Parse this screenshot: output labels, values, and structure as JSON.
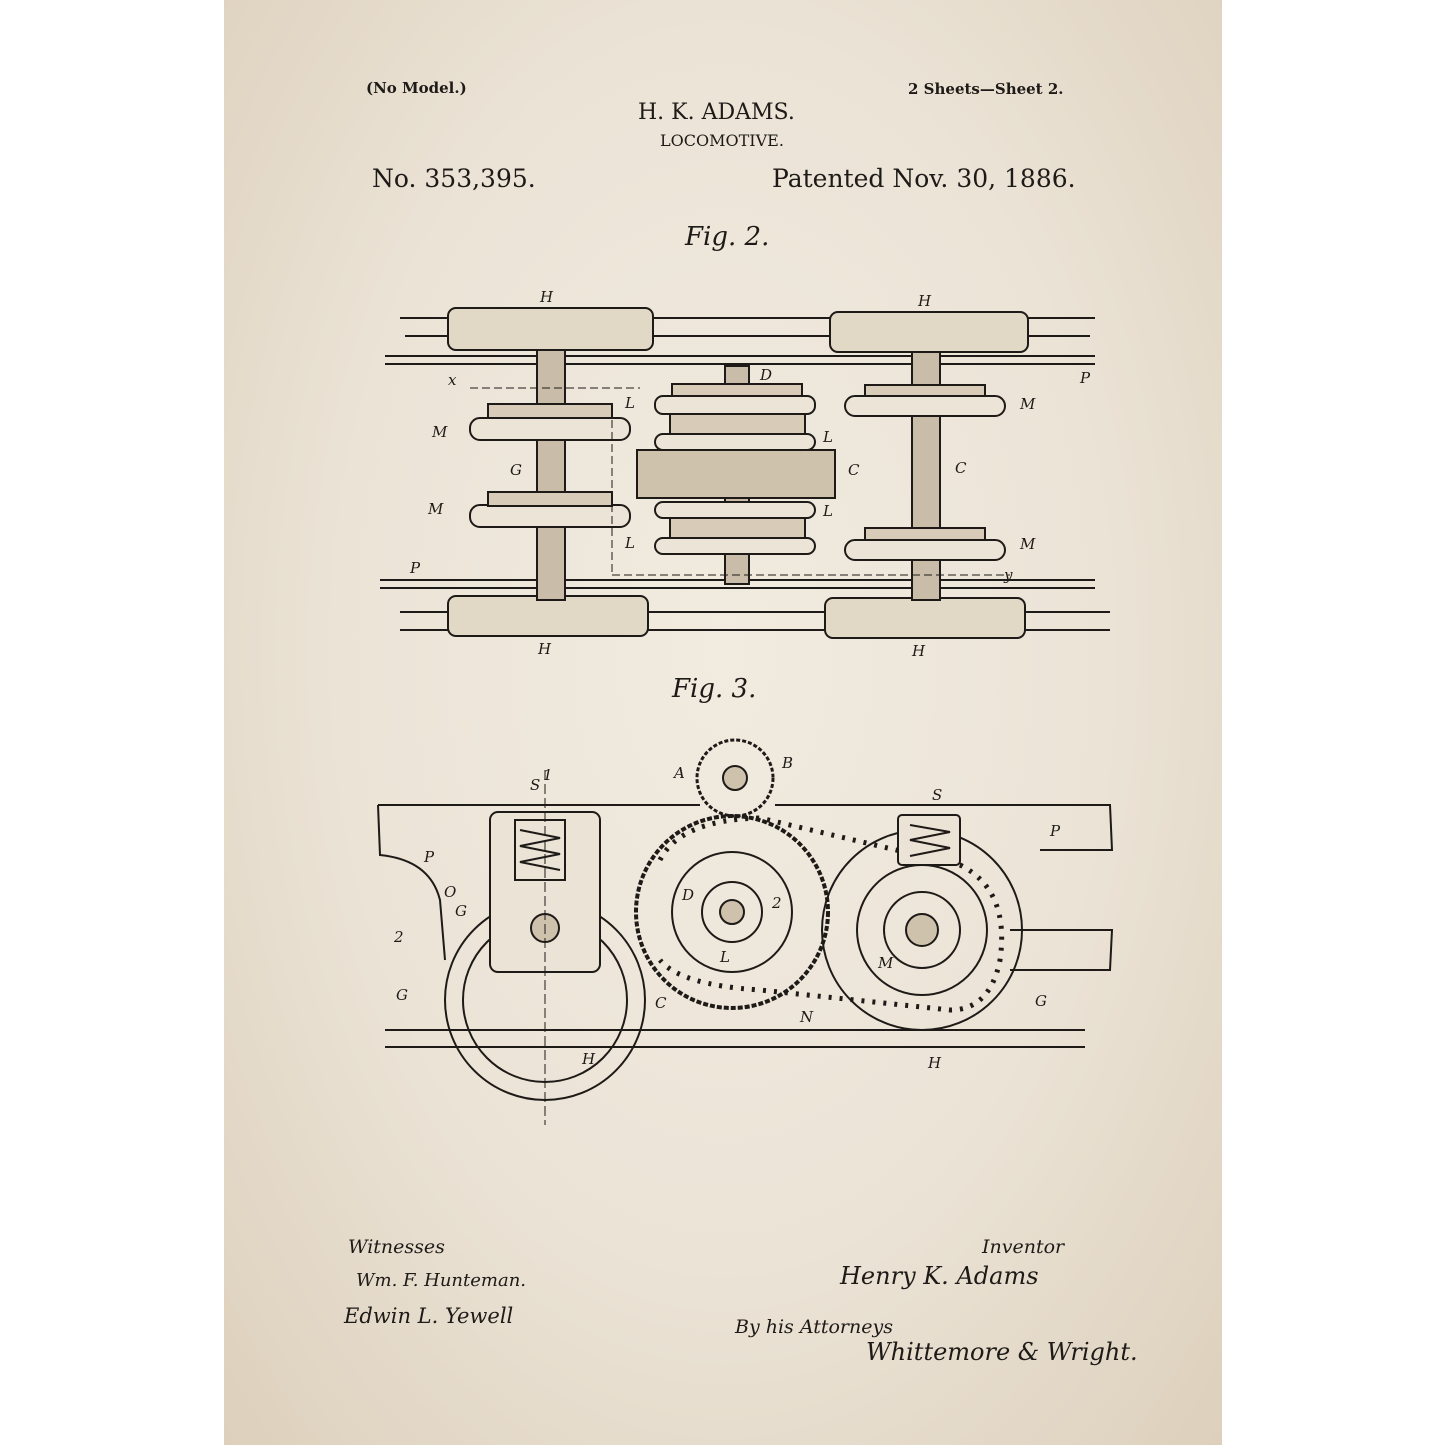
{
  "header": {
    "model_note": "(No Model.)",
    "sheets": "2 Sheets—Sheet 2.",
    "inventor_name": "H. K. ADAMS.",
    "title": "LOCOMOTIVE.",
    "patent_number": "No. 353,395.",
    "patent_date": "Patented Nov. 30, 1886."
  },
  "figures": {
    "fig2": {
      "caption": "Fig. 2.",
      "labels": {
        "h1": "H",
        "h2": "H",
        "h3": "H",
        "h4": "H",
        "d": "D",
        "x": "x",
        "p1": "P",
        "p2": "P",
        "l1": "L",
        "l2": "L",
        "l3": "L",
        "l4": "L",
        "m1": "M",
        "m2": "M",
        "m3": "M",
        "m4": "M",
        "g": "G",
        "c1": "C",
        "c2": "C",
        "y": "y"
      }
    },
    "fig3": {
      "caption": "Fig. 3.",
      "labels": {
        "a": "A",
        "b": "B",
        "s1": "S",
        "one": "1",
        "s2": "S",
        "p1": "P",
        "p2": "P",
        "o": "O",
        "g1": "G",
        "g2": "G",
        "g3": "G",
        "two1": "2",
        "two2": "2",
        "d": "D",
        "l": "L",
        "m": "M",
        "c": "C",
        "n": "N",
        "h1": "H",
        "h2": "H"
      }
    }
  },
  "footer": {
    "witnesses_label": "Witnesses",
    "witness1": "Wm. F. Hunteman.",
    "witness2": "Edwin L. Yewell",
    "inventor_label": "Inventor",
    "inventor_signature": "Henry K. Adams",
    "attorney_label": "By his Attorneys",
    "attorney_signature": "Whittemore & Wright."
  }
}
